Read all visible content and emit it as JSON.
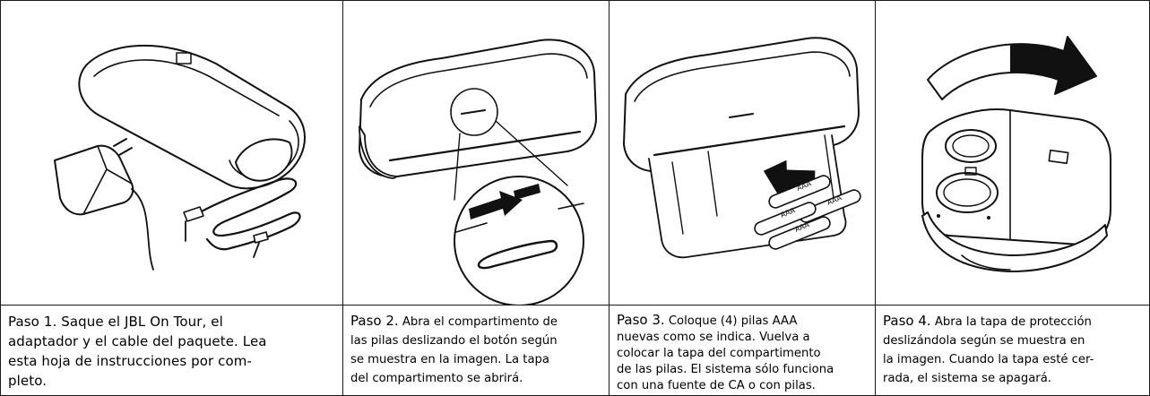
{
  "steps": [
    {
      "lead": "Paso 1.",
      "lines": [
        "Saque el JBL On Tour, el",
        "adaptador y el cable del paquete. Lea",
        "esta hoja de instrucciones por com-",
        "pleto."
      ],
      "illustration": "speaker-adapter-cable"
    },
    {
      "lead": "Paso 2.",
      "lines": [
        "Abra el compartimento de",
        "las pilas deslizando el botón según",
        "se muestra en la imagen. La tapa",
        "del compartimento se abrirá."
      ],
      "illustration": "slide-button"
    },
    {
      "lead": "Paso 3.",
      "lines": [
        "Coloque (4) pilas AAA",
        "nuevas como se indica. Vuelva a",
        "colocar la tapa del compartimento",
        "de las pilas. El sistema sólo funciona",
        "con una fuente de CA o con pilas."
      ],
      "illustration": "insert-batteries",
      "battery_label": "AAA"
    },
    {
      "lead": "Paso 4.",
      "lines": [
        "Abra la tapa de protección",
        "deslizándola según se muestra en",
        "la imagen. Cuando la tapa esté cer-",
        "rada, el sistema se apagará."
      ],
      "illustration": "open-cover"
    }
  ]
}
